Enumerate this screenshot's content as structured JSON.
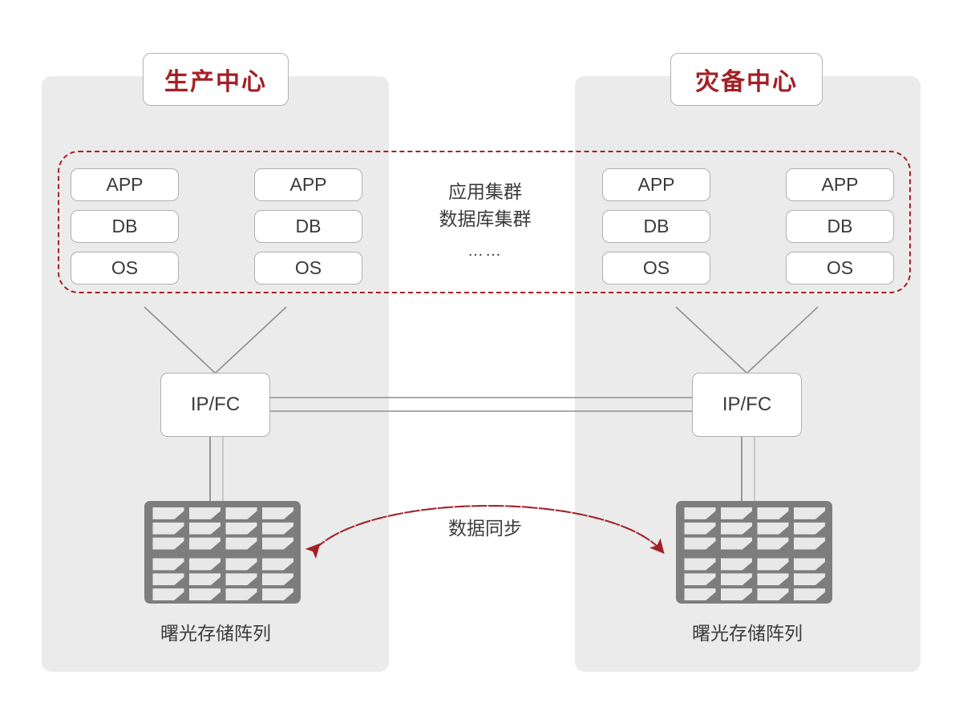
{
  "diagram": {
    "title_left": "生产中心",
    "title_right": "灾备中心",
    "cluster_caption_line1": "应用集群",
    "cluster_caption_line2": "数据库集群",
    "cluster_caption_dots": "……",
    "sync_label": "数据同步",
    "colors": {
      "accent_red": "#a32025",
      "panel_bg": "#ebebeb",
      "page_bg": "#ffffff",
      "box_border": "#b0b0b0",
      "text": "#3c3c3c",
      "wire": "#8f8f8f",
      "array_body": "#7d7d7d",
      "array_slot": "#e8e8e8"
    }
  },
  "sites": [
    {
      "id": "production",
      "title": "生产中心",
      "stacks": [
        {
          "nodes": [
            "APP",
            "DB",
            "OS"
          ]
        },
        {
          "nodes": [
            "APP",
            "DB",
            "OS"
          ]
        }
      ],
      "fabric": "IP/FC",
      "storage_label": "曙光存储阵列"
    },
    {
      "id": "disaster-recovery",
      "title": "灾备中心",
      "stacks": [
        {
          "nodes": [
            "APP",
            "DB",
            "OS"
          ]
        },
        {
          "nodes": [
            "APP",
            "DB",
            "OS"
          ]
        }
      ],
      "fabric": "IP/FC",
      "storage_label": "曙光存储阵列"
    }
  ],
  "icons": {
    "storage_array": "storage-array-icon",
    "sync_arrow": "bidirectional-sync-arrow-icon"
  }
}
